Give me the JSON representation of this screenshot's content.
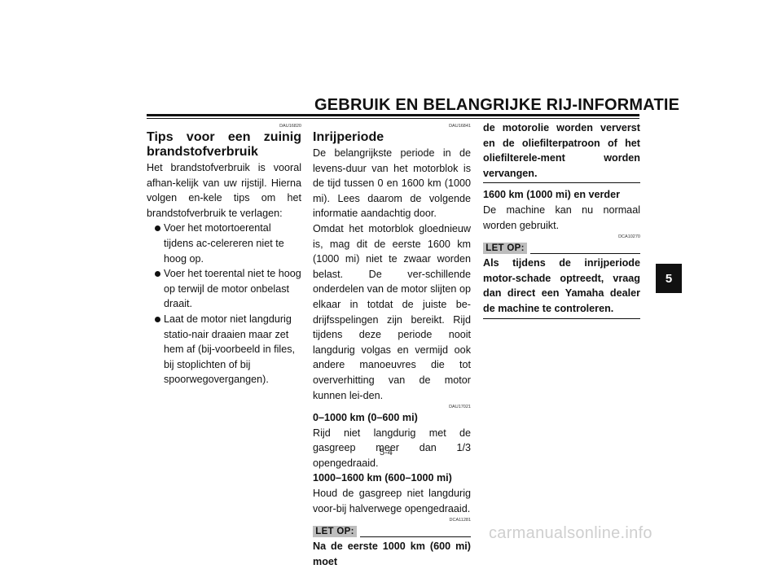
{
  "header": {
    "title": "GEBRUIK EN BELANGRIJKE RIJ-INFORMATIE",
    "chapter_tab": "5",
    "page_number": "5-4",
    "watermark": "carmanualsonline.info"
  },
  "column1": {
    "code": "DAU16820",
    "title": "Tips voor een zuinig brandstofverbruik",
    "intro": "Het brandstofverbruik is vooral afhan-kelijk van uw rijstijl. Hierna volgen en-kele tips om het brandstofverbruik te verlagen:",
    "bullets": [
      "Voer het motortoerental tijdens ac-celereren niet te hoog op.",
      "Voer het toerental niet te hoog op terwijl de motor onbelast draait.",
      "Laat de motor niet langdurig statio-nair draaien maar zet hem af (bij-voorbeeld in files, bij stoplichten of bij spoorwegovergangen)."
    ]
  },
  "column2": {
    "code": "DAU16841",
    "title": "Inrijperiode",
    "para1": "De belangrijkste periode in de levens-duur van het motorblok is de tijd tussen 0 en 1600 km (1000 mi). Lees daarom de volgende informatie aandachtig door.",
    "para2": "Omdat het motorblok gloednieuw is, mag dit de eerste 1600 km (1000 mi) niet te zwaar worden belast. De ver-schillende onderdelen van de motor slijten op elkaar in totdat de juiste be-drijfsspelingen zijn bereikt. Rijd tijdens deze periode nooit langdurig volgas en vermijd ook andere manoeuvres die tot oververhitting van de motor kunnen lei-den.",
    "code2": "DAU17021",
    "sub1": "0–1000 km (0–600 mi)",
    "sub1_text": "Rijd niet langdurig met de gasgreep meer dan 1/3 opengedraaid.",
    "sub2": "1000–1600 km (600–1000 mi)",
    "sub2_text": "Houd de gasgreep niet langdurig voor-bij halverwege opengedraaid.",
    "caution_code": "DCA11281",
    "caution_label": "LET OP:",
    "caution_text": "Na de eerste 1000 km (600 mi) moet"
  },
  "column3": {
    "caution_cont": "de motorolie worden ververst en de oliefilterpatroon of het oliefilterele-ment worden vervangen.",
    "sub3": "1600 km (1000 mi) en verder",
    "sub3_text": "De machine kan nu normaal worden gebruikt.",
    "caution_code": "DCA10270",
    "caution_label": "LET OP:",
    "caution_text": "Als tijdens de inrijperiode motor-schade optreedt, vraag dan direct een Yamaha dealer de machine te controleren."
  }
}
